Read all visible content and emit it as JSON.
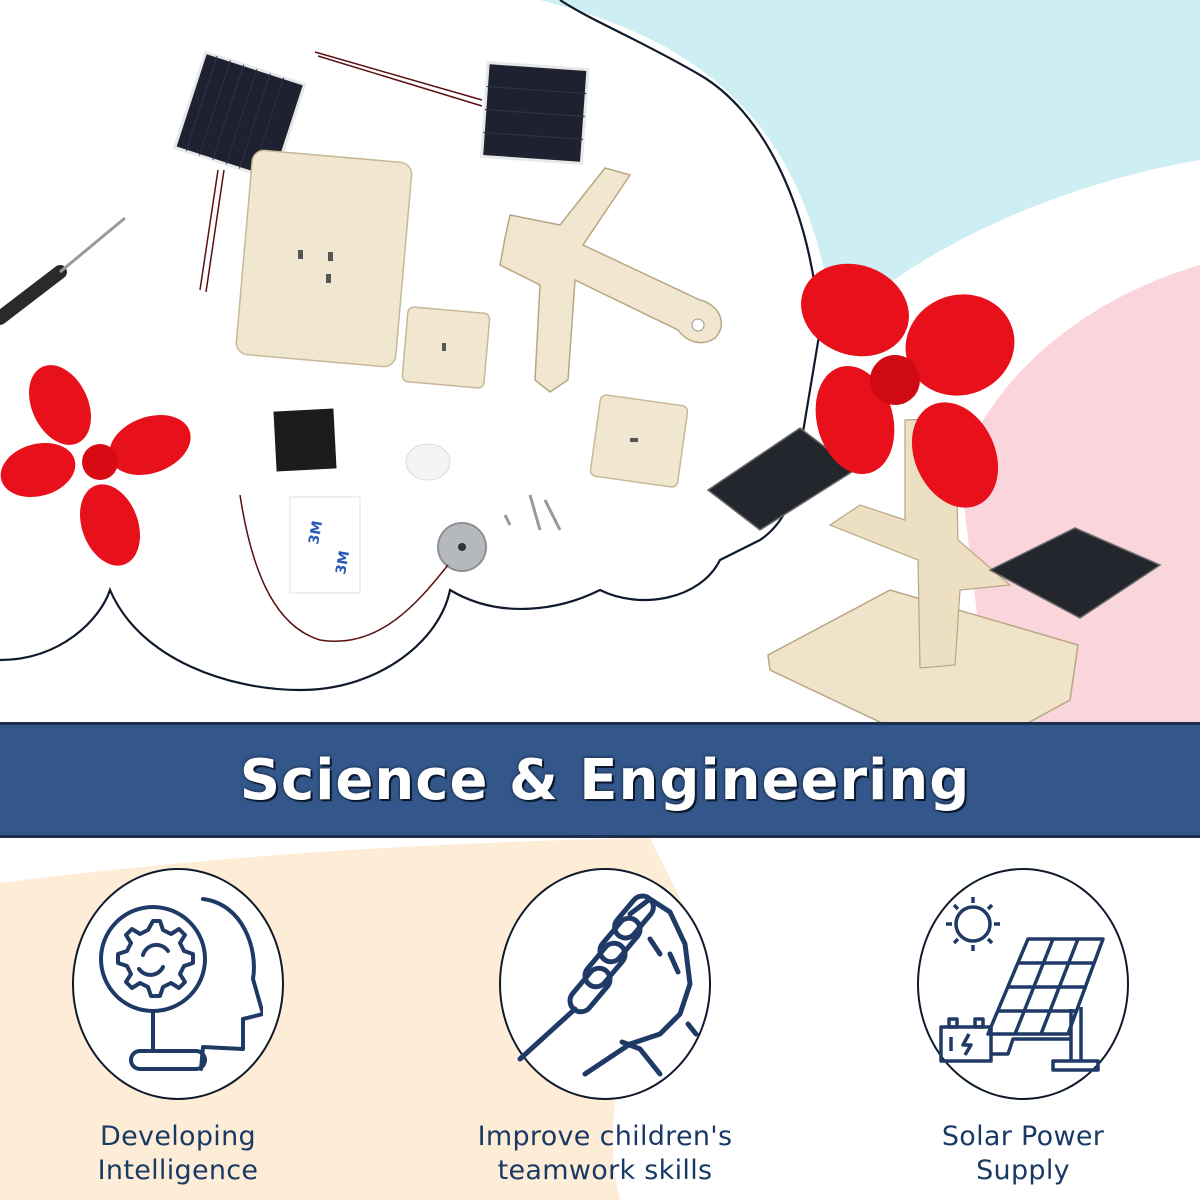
{
  "banner": {
    "title": "Science & Engineering"
  },
  "features": [
    {
      "icon": "head-gear-icon",
      "label_line1": "Developing",
      "label_line2": "Intelligence"
    },
    {
      "icon": "handshake-grip-icon",
      "label_line1": "Improve children's",
      "label_line2": "teamwork skills"
    },
    {
      "icon": "solar-panel-icon",
      "label_line1": "Solar Power",
      "label_line2": "Supply"
    }
  ],
  "product_scene": {
    "kit_parts": [
      "solar-panel",
      "solar-panel",
      "screwdriver",
      "wooden-base-board",
      "wooden-square",
      "wooden-tree-frame",
      "wooden-square",
      "red-propeller",
      "foam-pad",
      "3m-adhesive-tape",
      "dc-motor",
      "connector-clips"
    ],
    "tape_brand_text": "3M",
    "assembled_model": "solar-powered-fan-tree"
  },
  "colors": {
    "banner_blue": "#33578a",
    "text_navy": "#1a3a66",
    "bg_sky": "#cdeef2",
    "bg_pink": "#fbd5dc",
    "bg_peach": "#fdecd6",
    "propeller_red": "#e8101a",
    "wood": "#efe3c9",
    "solar_dark": "#23262d"
  }
}
